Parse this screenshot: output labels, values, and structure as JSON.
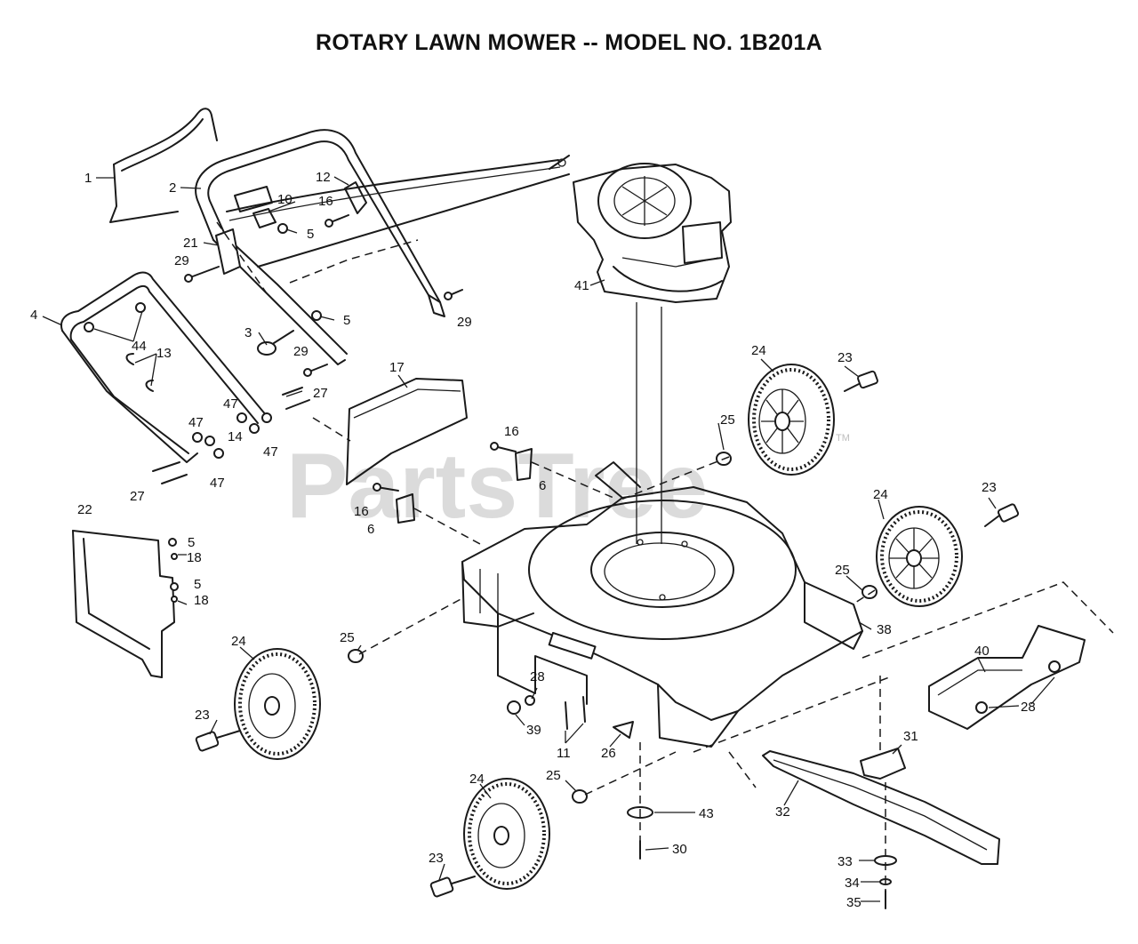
{
  "title": "ROTARY LAWN MOWER -- MODEL NO. 1B201A",
  "watermark": {
    "text": "PartsTree",
    "mark": "TM"
  },
  "callouts": [
    "1",
    "2",
    "10",
    "5",
    "12",
    "16",
    "21",
    "29",
    "41",
    "4",
    "3",
    "5",
    "29",
    "44",
    "13",
    "17",
    "27",
    "29",
    "24",
    "23",
    "25",
    "47",
    "14",
    "47",
    "47",
    "27",
    "16",
    "6",
    "16",
    "6",
    "22",
    "5",
    "18",
    "5",
    "18",
    "24",
    "23",
    "25",
    "38",
    "25",
    "40",
    "28",
    "24",
    "23",
    "28",
    "39",
    "11",
    "26",
    "31",
    "32",
    "25",
    "24",
    "43",
    "30",
    "23",
    "33",
    "34",
    "35"
  ]
}
